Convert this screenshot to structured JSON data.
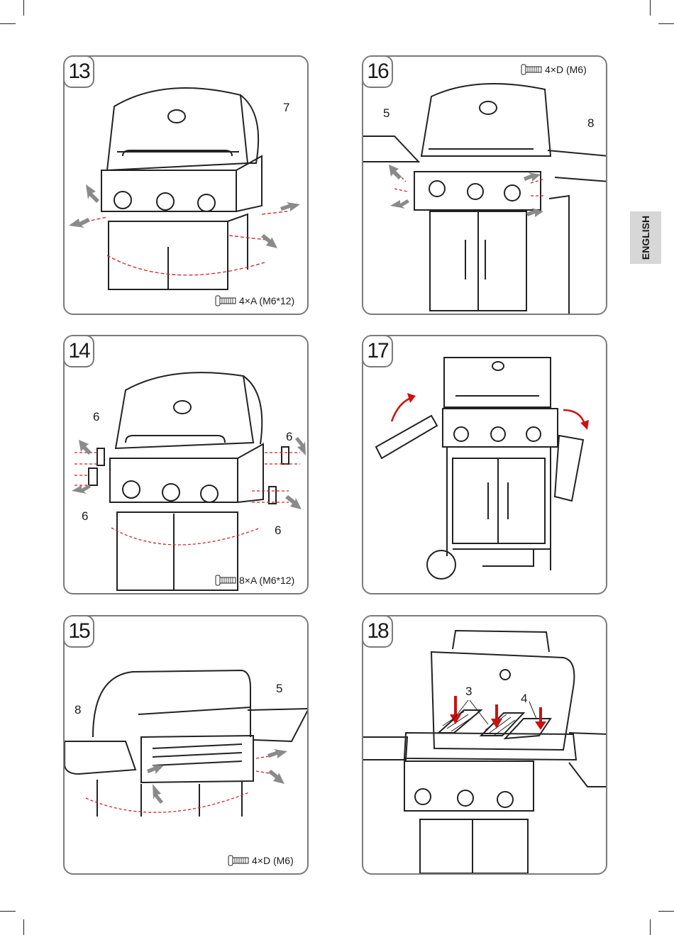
{
  "page": {
    "language_tab": "ENGLISH"
  },
  "panels": {
    "p13": {
      "step": "13",
      "callout_a": "7",
      "screw": "4×A (M6*12)"
    },
    "p14": {
      "step": "14",
      "callout_tl": "6",
      "callout_bl": "6",
      "callout_tr": "6",
      "callout_br": "6",
      "screw": "8×A (M6*12)"
    },
    "p15": {
      "step": "15",
      "callout_l": "8",
      "callout_r": "5",
      "screw": "4×D (M6)"
    },
    "p16": {
      "step": "16",
      "callout_l": "5",
      "callout_r": "8",
      "screw": "4×D (M6)"
    },
    "p17": {
      "step": "17"
    },
    "p18": {
      "step": "18",
      "callout_grates": "3",
      "callout_flame": "4"
    }
  },
  "colors": {
    "border": "#7a7a7a",
    "arrow": "#8a8a8a",
    "dashed": "#d22222",
    "red_arrow": "#cc1111"
  }
}
